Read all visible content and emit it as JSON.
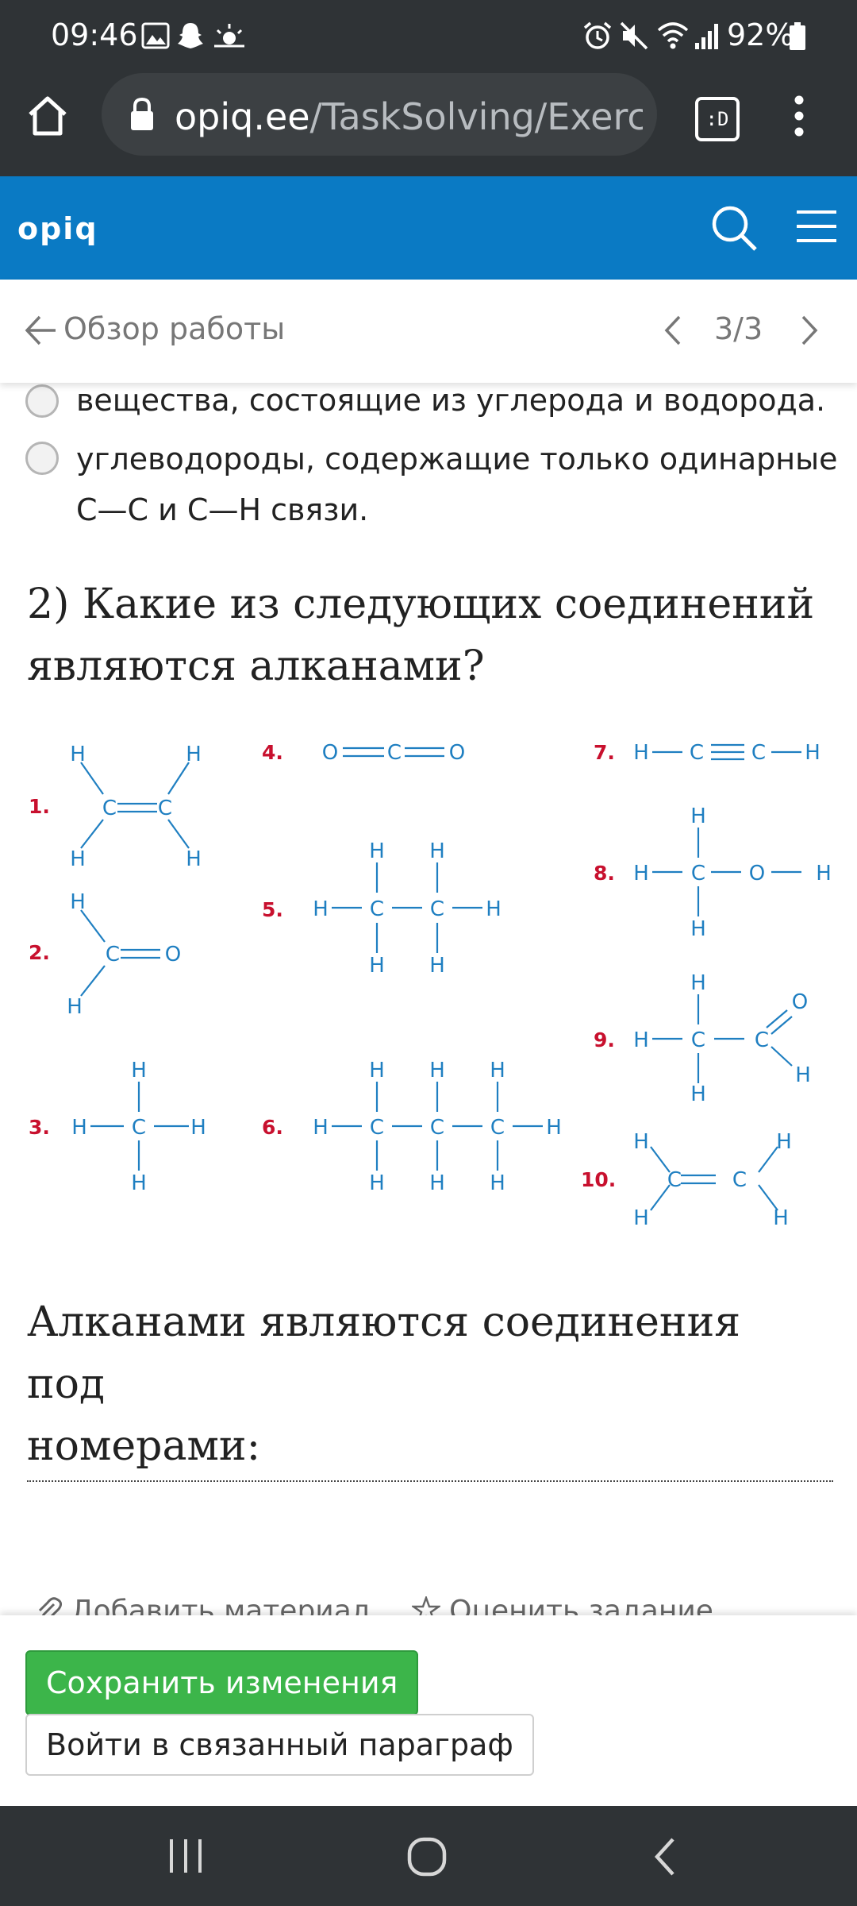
{
  "status_bar": {
    "time": "09:46",
    "battery": "92%"
  },
  "browser": {
    "url_host": "opiq.ee",
    "url_path": "/TaskSolving/Exercis",
    "tab_label": ":D"
  },
  "header": {
    "logo": "opiq"
  },
  "subheader": {
    "back_label": "Обзор работы",
    "pager": "3/3"
  },
  "options": [
    {
      "text": "вещества, состоящие из углерода и водорода."
    },
    {
      "text_line1": "углеводороды, содержащие только одинарные",
      "text_line2": "C—C и C—H связи."
    }
  ],
  "question": {
    "line1": "2) Какие из следующих соединений",
    "line2": "являются алканами?"
  },
  "compounds": {
    "n1": "1.",
    "n2": "2.",
    "n3": "3.",
    "n4": "4.",
    "n5": "5.",
    "n6": "6.",
    "n7": "7.",
    "n8": "8.",
    "n9": "9.",
    "n10": "10.",
    "H": "H",
    "C": "C",
    "O": "O"
  },
  "answer_prompt": {
    "line1": "Алканами являются соединения под",
    "line2": "номерами:"
  },
  "footer_links": {
    "add_material": "Добавить материал",
    "rate_task": "Оценить задание"
  },
  "actions": {
    "save_label": "Сохранить изменения",
    "paragraph_label": "Войти в связанный параграф"
  },
  "colors": {
    "accent": "#0a7ac4",
    "save": "#3cb54a",
    "chem_blue": "#1f7fc1",
    "chem_number": "#c8102e"
  }
}
